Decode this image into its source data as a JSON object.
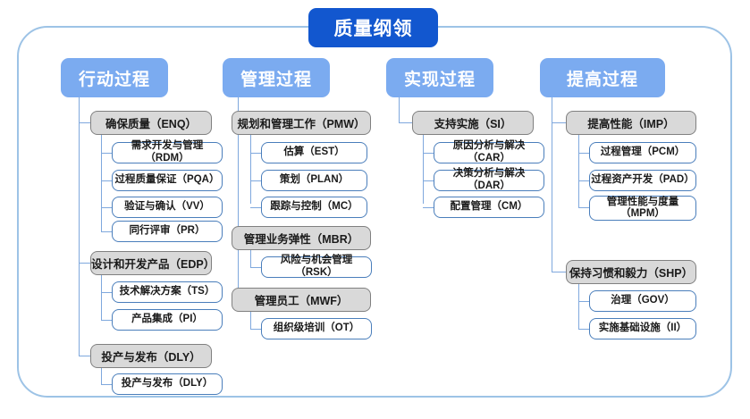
{
  "diagram": {
    "type": "tree",
    "title": "质量纲领",
    "columns": [
      {
        "id": "col-action",
        "header": "行动过程",
        "groups": [
          {
            "label": "确保质量（ENQ）",
            "children": [
              "需求开发与管理（RDM）",
              "过程质量保证（PQA）",
              "验证与确认（VV）",
              "同行评审（PR）"
            ]
          },
          {
            "label": "设计和开发产品（EDP）",
            "children": [
              "技术解决方案（TS）",
              "产品集成（PI）"
            ]
          },
          {
            "label": "投产与发布（DLY）",
            "children": [
              "投产与发布（DLY）"
            ]
          }
        ]
      },
      {
        "id": "col-manage",
        "header": "管理过程",
        "groups": [
          {
            "label": "规划和管理工作（PMW）",
            "children": [
              "估算（EST）",
              "策划（PLAN）",
              "跟踪与控制（MC）"
            ]
          },
          {
            "label": "管理业务弹性（MBR）",
            "children": [
              "风险与机会管理（RSK）"
            ]
          },
          {
            "label": "管理员工（MWF）",
            "children": [
              "组织级培训（OT）"
            ]
          }
        ]
      },
      {
        "id": "col-implement",
        "header": "实现过程",
        "groups": [
          {
            "label": "支持实施（SI）",
            "children": [
              "原因分析与解决（CAR）",
              "决策分析与解决（DAR）",
              "配置管理（CM）"
            ]
          }
        ]
      },
      {
        "id": "col-improve",
        "header": "提高过程",
        "groups": [
          {
            "label": "提高性能（IMP）",
            "children": [
              "过程管理（PCM）",
              "过程资产开发（PAD）",
              "管理性能与度量\n（MPM）"
            ]
          },
          {
            "label": "保持习惯和毅力（SHP）",
            "children": [
              "治理（GOV）",
              "实施基础设施（II）"
            ]
          }
        ]
      }
    ],
    "colors": {
      "root_fill": "#1257cf",
      "header_fill": "#7babf0",
      "group_fill": "#d9d9d9",
      "group_border": "#808080",
      "leaf_border": "#4a7ebb",
      "frame_border": "#9dc3e6",
      "connector": "#7fa8dd"
    }
  }
}
